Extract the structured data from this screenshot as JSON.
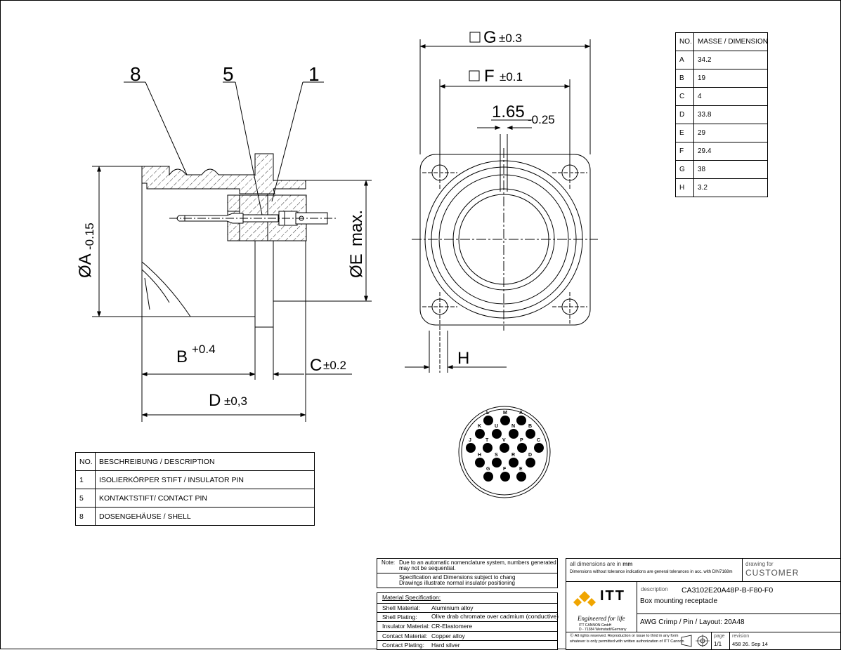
{
  "callouts": {
    "shell": "8",
    "contact_pin": "5",
    "insulator": "1"
  },
  "dims": {
    "A": {
      "sym": "ØA",
      "tol": "-0.15"
    },
    "B": {
      "sym": "B",
      "tol": "+0.4"
    },
    "C": {
      "sym": "C",
      "tol": "±0.2"
    },
    "D": {
      "sym": "D",
      "tol": "±0,3"
    },
    "E": {
      "sym": "ØE",
      "tol": "max."
    },
    "F": {
      "sym": "F",
      "tol": "±0.1"
    },
    "G": {
      "sym": "G",
      "tol": "±0.3"
    },
    "pitch": {
      "val": "1.65",
      "tol": "-0.25"
    },
    "H": {
      "sym": "H"
    }
  },
  "pin_letters": [
    "L",
    "M",
    "A",
    "K",
    "U",
    "N",
    "B",
    "J",
    "T",
    "V",
    "P",
    "C",
    "H",
    "S",
    "R",
    "D",
    "G",
    "F",
    "E"
  ],
  "dimension_table": {
    "headers": [
      "NO.",
      "MASSE / DIMENSION"
    ],
    "rows": [
      [
        "A",
        "34.2"
      ],
      [
        "B",
        "19"
      ],
      [
        "C",
        "4"
      ],
      [
        "D",
        "33.8"
      ],
      [
        "E",
        "29"
      ],
      [
        "F",
        "29.4"
      ],
      [
        "G",
        "38"
      ],
      [
        "H",
        "3.2"
      ]
    ]
  },
  "description_table": {
    "headers": [
      "NO.",
      "BESCHREIBUNG / DESCRIPTION"
    ],
    "rows": [
      [
        "1",
        "ISOLIERKÖRPER STIFT / INSULATOR PIN"
      ],
      [
        "5",
        "KONTAKTSTIFT/ CONTACT PIN"
      ],
      [
        "8",
        "DOSENGEHÄUSE / SHELL"
      ]
    ]
  },
  "notes": {
    "label": "Note:",
    "line1a": "Due to an automatic nomenclature system, numbers generated",
    "line1b": "may not be sequential.",
    "line2a": "Specification and Dimensions subject to chang",
    "line2b": "Drawings illustrate normal insulator positioning"
  },
  "material": {
    "heading": "Material Specification:",
    "items": [
      [
        "Shell Material:",
        "Aluminium alloy"
      ],
      [
        "Shell Plating:",
        "Olive drab chromate over cadmium (conductive)"
      ],
      [
        "Insulator Material:",
        "CR-Elastomere"
      ],
      [
        "Contact Material:",
        "Copper alloy"
      ],
      [
        "Contact Plating:",
        "Hard silver"
      ]
    ]
  },
  "title_block": {
    "dims_in": "all dimensions are in",
    "dims_unit": "mm",
    "tolerance_note": "Dimensions without tolerance indications are general tolerances in acc. with DIN7168m",
    "drawing_for_label": "drawing for",
    "drawing_for": "CUSTOMER",
    "brand": "ITT",
    "tagline": "Engineered for life",
    "company1": "ITT CANNON GmbH",
    "company2": "D - 71384 Weinstadt/Germany",
    "description_label": "description",
    "part_number": "CA3102E20A48P-B-F80-F0",
    "part_desc": "Box mounting receptacle",
    "layout": "AWG Crimp / Pin / Layout: 20A48",
    "rights1": "All rights reserved. Reproduction or issue to third in any form",
    "rights2": "whatever is only permitted with written authorization of ITT Cannon",
    "page_label": "page",
    "page": "1/1",
    "revision_label": "revision",
    "revision": "458 26. Sep 14"
  },
  "colors": {
    "line": "#000000",
    "logo": "#f0a500"
  }
}
